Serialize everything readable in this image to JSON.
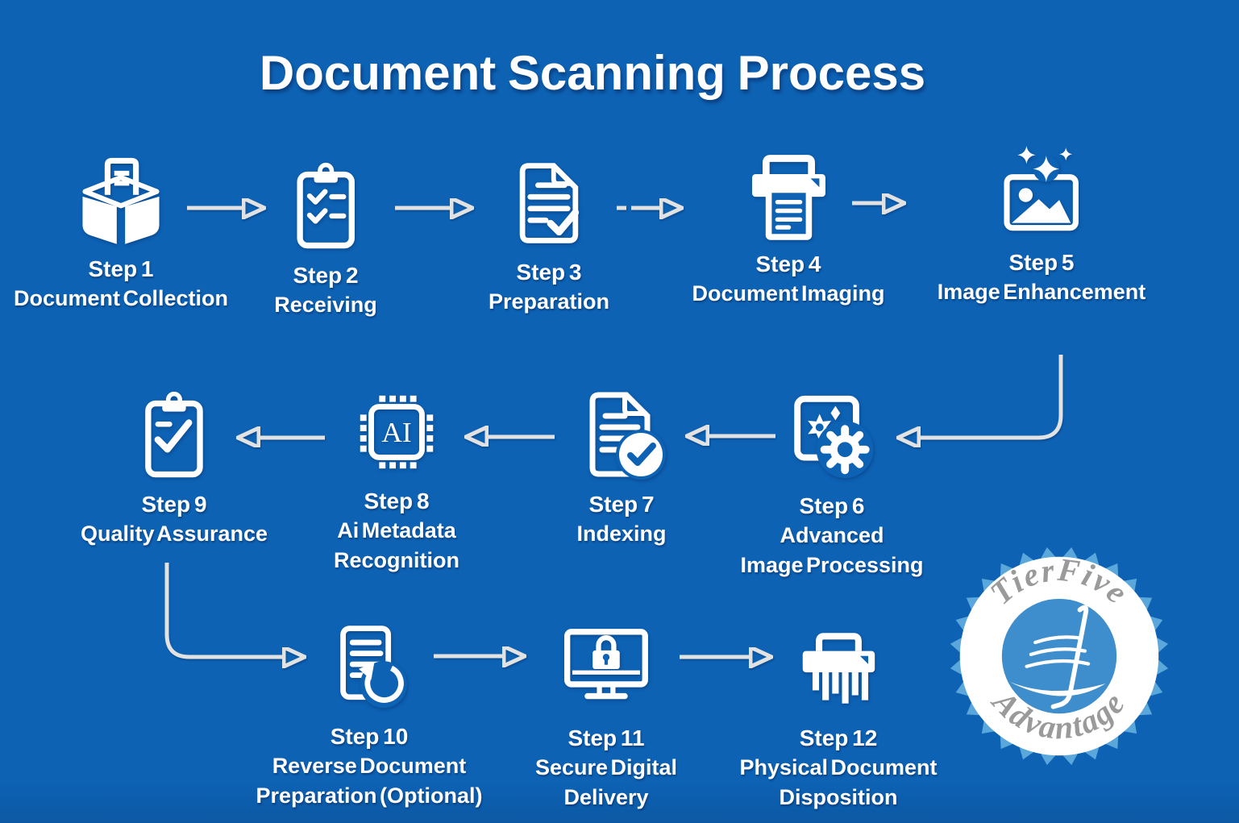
{
  "title": "Document Scanning Process",
  "colors": {
    "background": "#0d62b4",
    "icon_white": "#ffffff",
    "arrow": "#e2e2e2",
    "badge_burst": "#59a7db",
    "badge_inner": "#3e8ecd",
    "badge_text": "#9a9a9a"
  },
  "steps": [
    {
      "step": "Step 1",
      "lines": [
        "Document Collection"
      ],
      "icon": "box-documents-icon"
    },
    {
      "step": "Step 2",
      "lines": [
        "Receiving"
      ],
      "icon": "clipboard-checklist-icon"
    },
    {
      "step": "Step 3",
      "lines": [
        "Preparation"
      ],
      "icon": "document-check-icon"
    },
    {
      "step": "Step 4",
      "lines": [
        "Document Imaging"
      ],
      "icon": "printer-scanner-icon"
    },
    {
      "step": "Step 5",
      "lines": [
        "Image Enhancement"
      ],
      "icon": "image-sparkle-icon"
    },
    {
      "step": "Step 6",
      "lines": [
        "Advanced",
        "Image Processing"
      ],
      "icon": "image-gear-icon"
    },
    {
      "step": "Step 7",
      "lines": [
        "Indexing"
      ],
      "icon": "document-verified-icon"
    },
    {
      "step": "Step 8",
      "lines": [
        "Ai Metadata",
        "Recognition"
      ],
      "icon": "ai-chip-icon",
      "icon_text": "AI"
    },
    {
      "step": "Step 9",
      "lines": [
        "Quality Assurance"
      ],
      "icon": "clipboard-check-icon"
    },
    {
      "step": "Step 10",
      "lines": [
        "Reverse Document",
        "Preparation (Optional)"
      ],
      "icon": "document-undo-icon"
    },
    {
      "step": "Step 11",
      "lines": [
        "Secure Digital",
        "Delivery"
      ],
      "icon": "secure-monitor-icon"
    },
    {
      "step": "Step 12",
      "lines": [
        "Physical Document",
        "Disposition"
      ],
      "icon": "shredder-icon"
    }
  ],
  "badge": {
    "top_text": "TierFive",
    "bottom_text": "Advantage"
  }
}
